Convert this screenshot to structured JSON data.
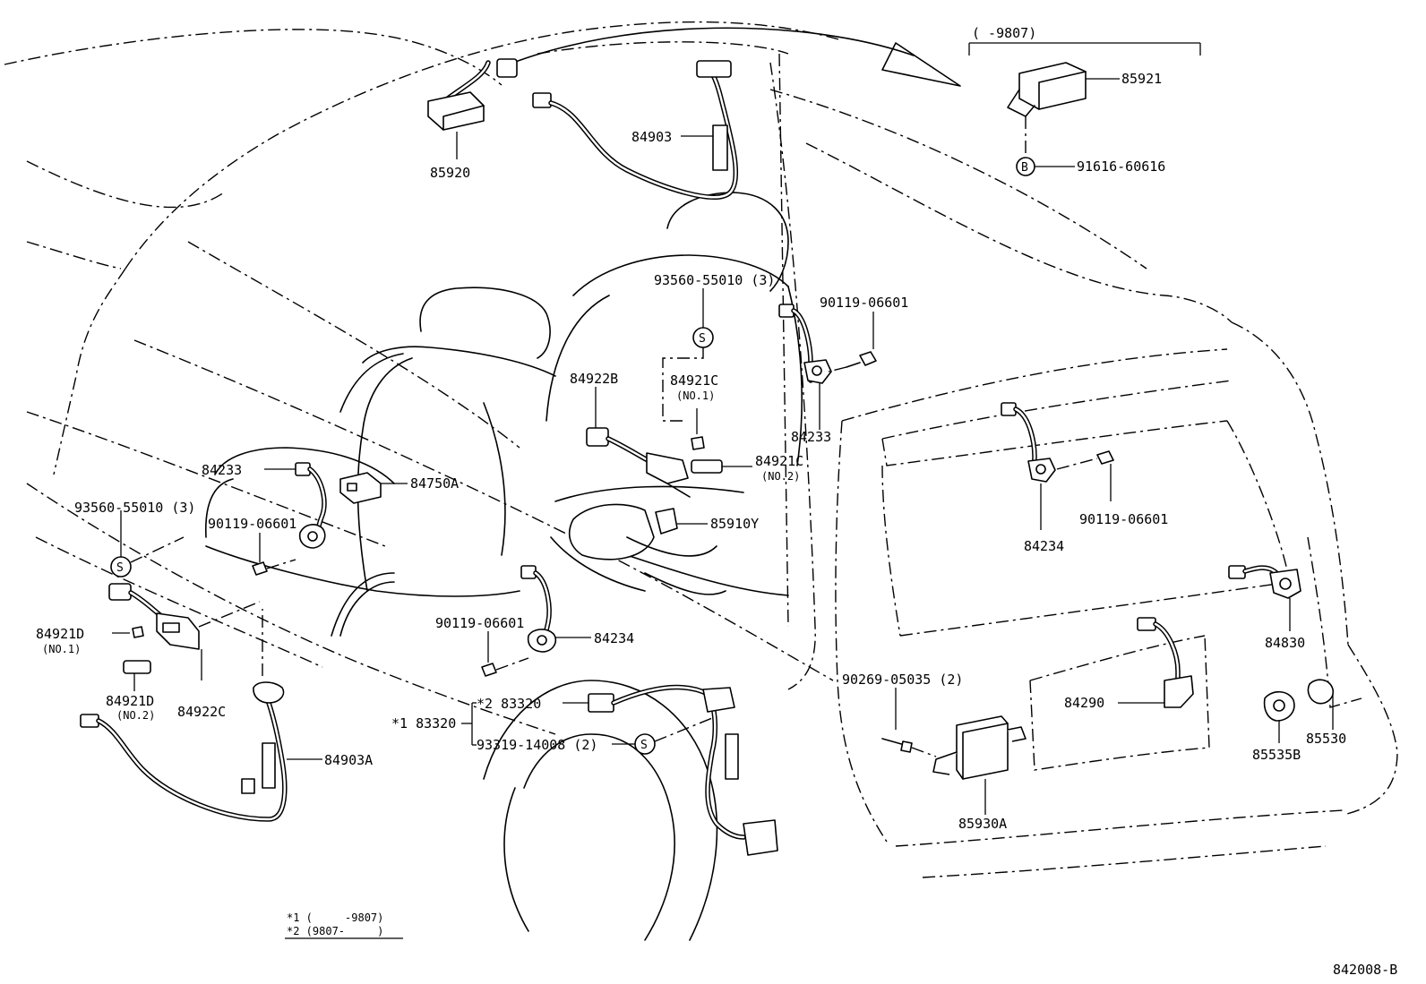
{
  "diagram_code": "842008-B",
  "legend": {
    "row1": "*1 (     -9807)",
    "row2": "*2 (9807-     )"
  },
  "inset_header": "(     -9807)",
  "symbols": {
    "s": "S",
    "b": "B"
  },
  "labels": {
    "p85920": "85920",
    "p84903": "84903",
    "p85921": "85921",
    "p91616": "91616-60616",
    "p93560_top": "93560-55010 (3)",
    "p90119_top": "90119-06601",
    "p84922B": "84922B",
    "p84921C_1": "84921C",
    "p84921C_1_sub": "(NO.1)",
    "p84921C_2": "84921C",
    "p84921C_2_sub": "(NO.2)",
    "p84233_right": "84233",
    "p84233_left": "84233",
    "p84750A": "84750A",
    "p93560_left": "93560-55010 (3)",
    "p90119_left": "90119-06601",
    "p85910Y": "85910Y",
    "p84234_right": "84234",
    "p90119_right": "90119-06601",
    "p84921D_1": "84921D",
    "p84921D_1_sub": "(NO.1)",
    "p84921D_2": "84921D",
    "p84921D_2_sub": "(NO.2)",
    "p84922C": "84922C",
    "p90119_mid": "90119-06601",
    "p84234_mid": "84234",
    "p83320_2": "*2 83320",
    "p83320_1": "*1 83320",
    "p93319": "93319-14008 (2)",
    "p84903A": "84903A",
    "p84830": "84830",
    "p90269": "90269-05035 (2)",
    "p84290": "84290",
    "p85535B": "85535B",
    "p85530": "85530",
    "p85930A": "85930A"
  }
}
